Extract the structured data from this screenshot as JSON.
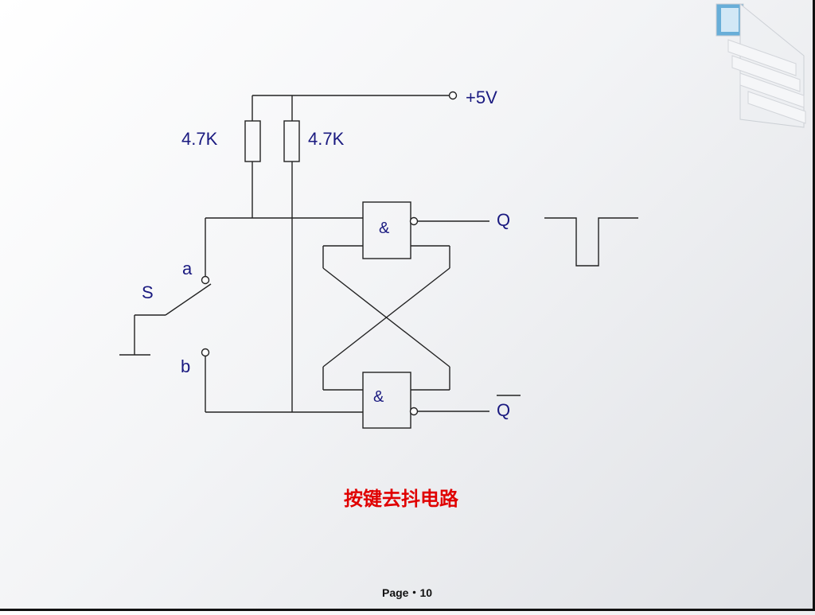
{
  "slide": {
    "caption": "按键去抖电路",
    "footer": "Page・10"
  },
  "circuit": {
    "supply_label": "+5V",
    "resistor_left_label": "4.7K",
    "resistor_right_label": "4.7K",
    "switch_label": "S",
    "contact_a_label": "a",
    "contact_b_label": "b",
    "gate_top_symbol": "&",
    "gate_bottom_symbol": "&",
    "output_q_label": "Q",
    "output_qbar_label": "Q"
  }
}
